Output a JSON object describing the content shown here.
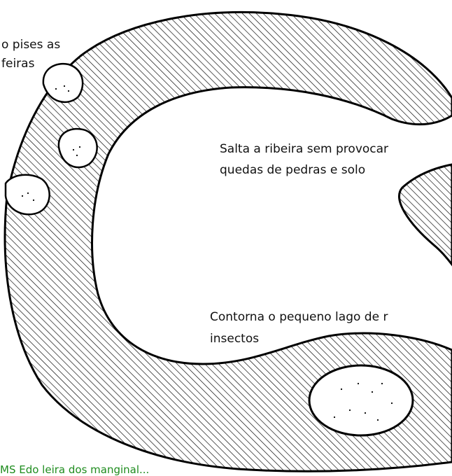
{
  "labels": {
    "boulders": [
      "o pises as",
      "feiras"
    ],
    "river": [
      "Salta a ribeira sem provocar",
      "quedas de pedras e solo"
    ],
    "lake": [
      "Contorna o pequeno lago de r",
      "insectos"
    ],
    "caption_partial": "MS Edo leira dos manginal..."
  },
  "colors": {
    "outline": "#000000",
    "hatch": "#000000",
    "caption": "#1e8c1e",
    "paper": "#ffffff"
  }
}
